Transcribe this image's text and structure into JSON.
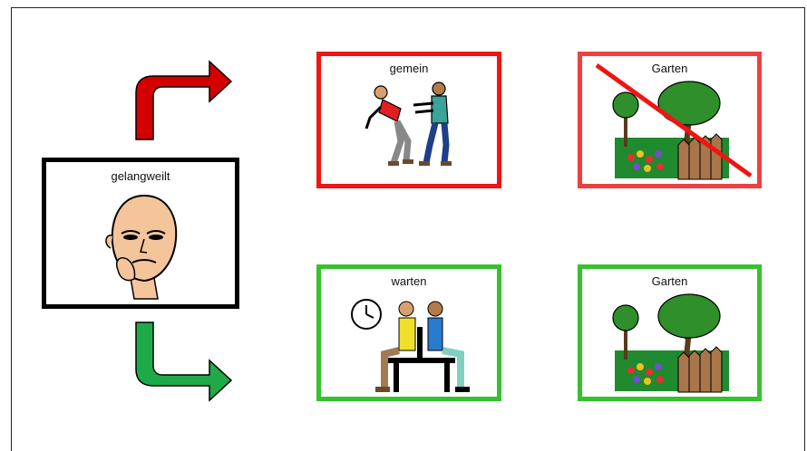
{
  "source_card": {
    "label": "gelangweilt",
    "icon": "bored-face-icon",
    "border_color": "#000000"
  },
  "consequence_cards": {
    "bad": [
      {
        "label": "gemein",
        "icon": "pushing-people-icon",
        "border_color": "#f01414"
      },
      {
        "label": "Garten",
        "icon": "garden-crossed-out-icon",
        "border_color": "#ee4040",
        "crossed_out": true
      }
    ],
    "good": [
      {
        "label": "warten",
        "icon": "waiting-people-icon",
        "border_color": "#36c22e"
      },
      {
        "label": "Garten",
        "icon": "garden-icon",
        "border_color": "#36c22e",
        "crossed_out": false
      }
    ]
  },
  "arrows": {
    "up": {
      "color": "#d40000",
      "icon": "bent-arrow-up-right-icon"
    },
    "down": {
      "color": "#1faa4a",
      "icon": "bent-arrow-down-right-icon"
    }
  }
}
